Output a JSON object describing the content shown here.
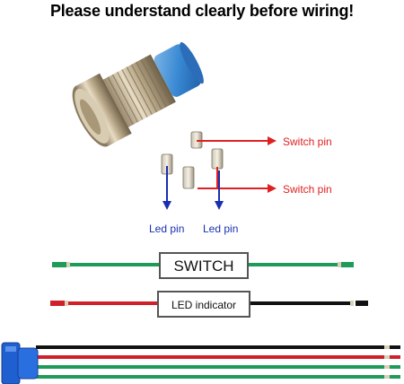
{
  "header": {
    "title": "Please understand clearly before wiring!"
  },
  "callouts": {
    "switch_pin_top": "Switch pin",
    "switch_pin_bottom": "Switch pin",
    "led_pin_left": "Led pin",
    "led_pin_right": "Led pin"
  },
  "wires": {
    "switch_label": "SWITCH",
    "led_label": "LED indicator"
  },
  "colors": {
    "arrow_red": "#e02020",
    "arrow_blue": "#1a2fb0",
    "switch_text": "#e02020",
    "led_text": "#1a2fb0",
    "wire_green": "#1e9a5a",
    "wire_red": "#d0202a",
    "wire_black": "#111111",
    "connector_blue": "#1f5fd0"
  }
}
